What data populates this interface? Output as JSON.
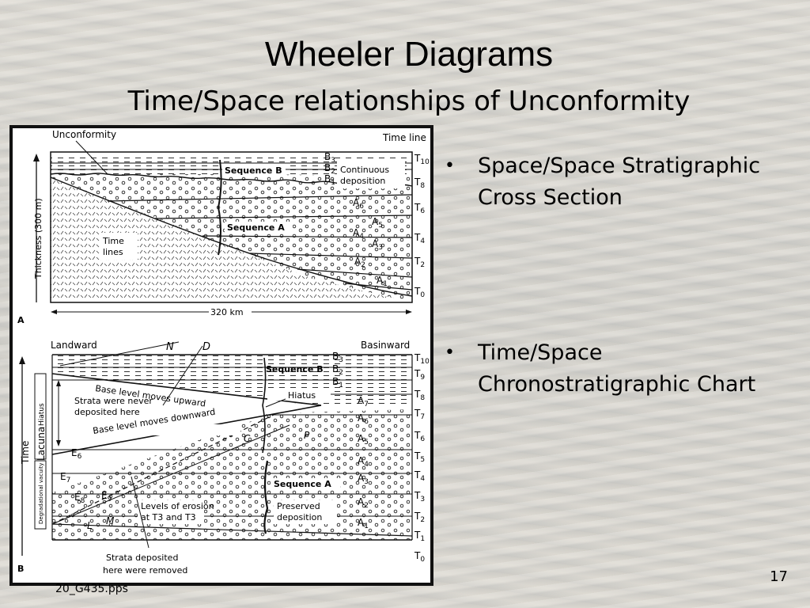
{
  "slide": {
    "title": "Wheeler Diagrams",
    "subtitle": "Time/Space relationships of Unconformity",
    "bullets": [
      {
        "text": "Space/Space Stratigraphic Cross Section"
      },
      {
        "text": "Time/Space Chronostratigraphic Chart"
      }
    ],
    "slide_number": "17",
    "footer": "20_G435.pps"
  },
  "figure": {
    "panel_a": {
      "letter": "A",
      "unconformity": "Unconformity",
      "time_line": "Time line",
      "thickness_label": "Thickness (300 m)",
      "distance_label": "320 km",
      "time_lines_note": "Time lines",
      "sequence_b": "Sequence B",
      "sequence_a": "Sequence A",
      "continuous_deposition": "Continuous deposition",
      "b_labels": [
        "B3",
        "B2",
        "B1"
      ],
      "a_labels": [
        "A6",
        "A5",
        "A4",
        "A3",
        "A2",
        "A1"
      ],
      "t_labels": [
        "T10",
        "T8",
        "T6",
        "T4",
        "T2",
        "T0"
      ]
    },
    "panel_b": {
      "letter": "B",
      "landward": "Landward",
      "basinward": "Basinward",
      "n": "N",
      "d": "D",
      "c": "C",
      "p": "P",
      "l": "L",
      "m": "M",
      "base_up": "Base level moves upward",
      "base_down": "Base level moves downward",
      "never_deposited": "Strata were never deposited here",
      "hiatus": "Hiatus",
      "hiatus_axis": "Hiatus",
      "lacuna": "Lacuna",
      "time_axis": "Time",
      "degradational": "Degradational vacuity",
      "sequence_b": "Sequence B",
      "sequence_a": "Sequence A",
      "preserved": "Preserved deposition",
      "erosion_levels": "Levels of erosion at T3 and T3",
      "removed": "Strata deposited here were removed",
      "b_labels": [
        "B3",
        "B2",
        "B1"
      ],
      "a_labels": [
        "A7",
        "A6",
        "A5",
        "A4",
        "A3",
        "A2",
        "A1"
      ],
      "e_labels": [
        "E6",
        "E7",
        "E8",
        "E9"
      ],
      "t_labels": [
        "T10",
        "T9",
        "T8",
        "T7",
        "T6",
        "T5",
        "T4",
        "T3",
        "T2",
        "T1",
        "T0"
      ]
    }
  }
}
